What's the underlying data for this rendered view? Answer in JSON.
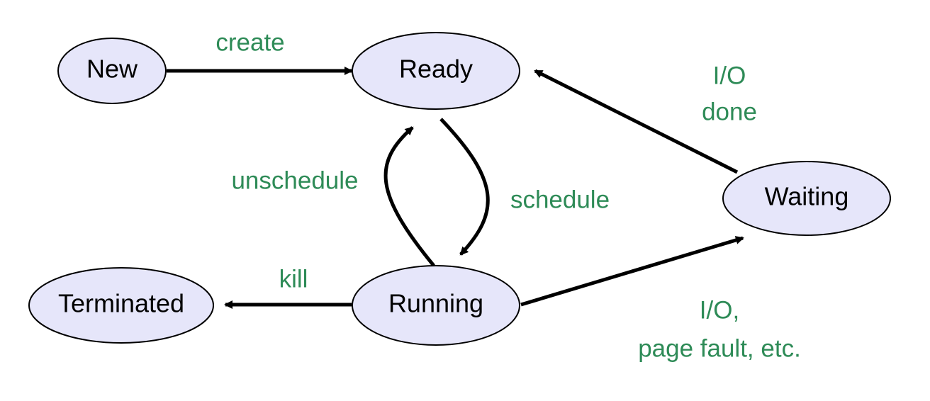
{
  "colors": {
    "state_fill": "#e6e6fa",
    "state_stroke": "#000000",
    "arrow": "#000000",
    "label": "#2e8b57"
  },
  "states": {
    "new": "New",
    "ready": "Ready",
    "waiting": "Waiting",
    "running": "Running",
    "terminated": "Terminated"
  },
  "transitions": {
    "create": "create",
    "io_done": [
      "I/O",
      "done"
    ],
    "unschedule": "unschedule",
    "schedule": "schedule",
    "kill": "kill",
    "io_page_fault": [
      "I/O,",
      "page fault, etc."
    ]
  }
}
